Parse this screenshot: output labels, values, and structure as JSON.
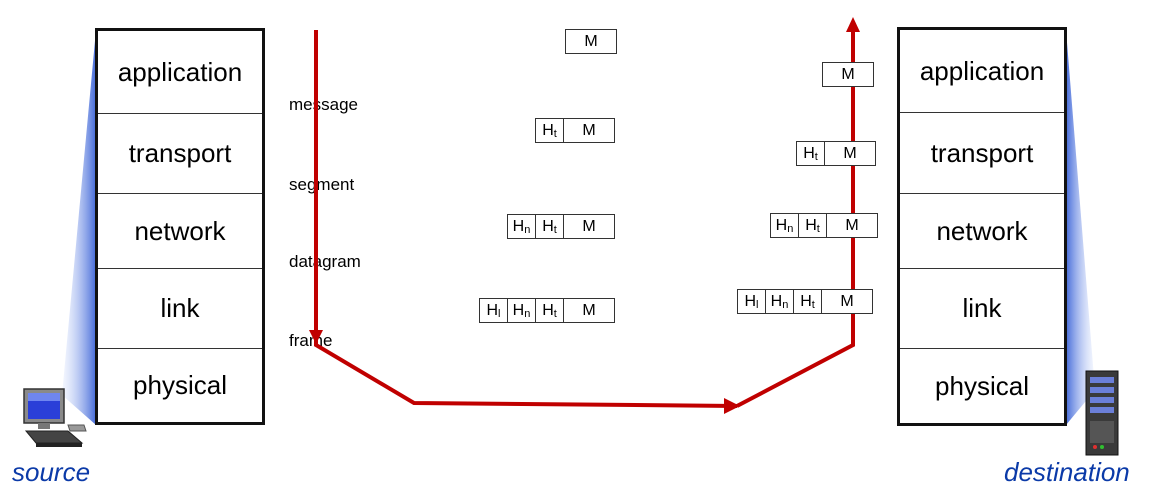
{
  "source": {
    "caption": "source",
    "layers": [
      "application",
      "transport",
      "network",
      "link",
      "physical"
    ]
  },
  "destination": {
    "caption": "destination",
    "layers": [
      "application",
      "transport",
      "network",
      "link",
      "physical"
    ]
  },
  "pdu_labels": [
    "message",
    "segment",
    "datagram",
    "frame"
  ],
  "packet_text": {
    "m": "M",
    "h_main": "H",
    "sub_t": "t",
    "sub_n": "n",
    "sub_l": "l"
  },
  "colors": {
    "flow_arrow": "#c00000",
    "caption": "#0b3aa8",
    "beam": "#4a70e0"
  },
  "icons": {
    "source_device": "desktop-computer-icon",
    "destination_device": "server-tower-icon"
  }
}
